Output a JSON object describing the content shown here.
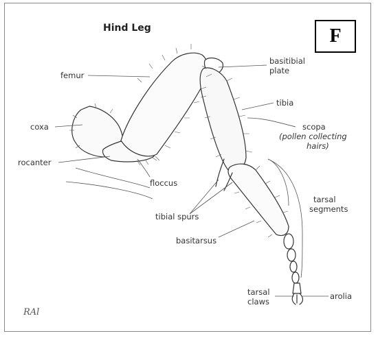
{
  "figure": {
    "title": "Hind Leg",
    "panel_letter": "F",
    "labels": {
      "femur": "femur",
      "coxa": "coxa",
      "trochanter": "rocanter",
      "floccus": "floccus",
      "tibial_spurs": "tibial spurs",
      "basitarsus": "basitarsus",
      "basitibial_plate_line1": "basitibial",
      "basitibial_plate_line2": "plate",
      "tibia": "tibia",
      "scopa": "scopa",
      "scopa_note_line1": "(pollen collecting",
      "scopa_note_line2": "hairs)",
      "tarsal_segments_line1": "tarsal",
      "tarsal_segments_line2": "segments",
      "tarsal_claws_line1": "tarsal",
      "tarsal_claws_line2": "claws",
      "arolia": "arolia"
    },
    "artist_signature": "RAl"
  },
  "colors": {
    "line": "#333333",
    "leader": "#555555",
    "frame": "#8a8a8a"
  }
}
